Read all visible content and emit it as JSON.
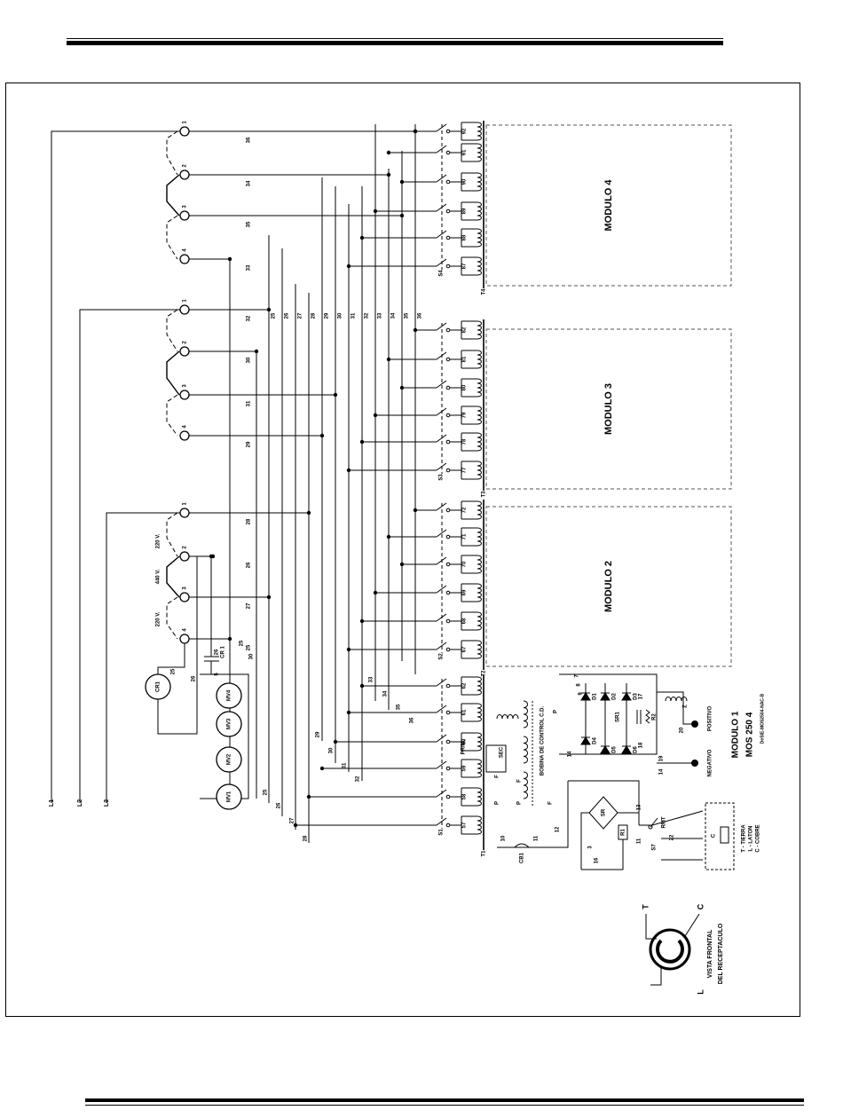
{
  "modules": [
    "MODULO 4",
    "MODULO 3",
    "MODULO 2"
  ],
  "title_block": {
    "module": "MODULO 1",
    "model": "MOS 250 4",
    "code": "DeSIE-MOS2504-NAC-B"
  },
  "lines": [
    "L1",
    "L2",
    "L3"
  ],
  "tap_numbers": [
    "1",
    "2",
    "3",
    "4"
  ],
  "voltages": {
    "v220a": "220 V.",
    "v440": "440 V.",
    "v220b": "220 V."
  },
  "fans": [
    "MV1",
    "MV2",
    "MV3",
    "MV4"
  ],
  "contactor": "CR1",
  "contactor_contact": "CR 1",
  "wire_numbers": {
    "module4_rows": [
      "36",
      "34",
      "35",
      "33"
    ],
    "module3_rows": [
      "32",
      "30",
      "31",
      "29"
    ],
    "module2_rows": [
      "28",
      "26",
      "27",
      "25"
    ],
    "vertical": [
      "25",
      "26",
      "27",
      "28",
      "29",
      "30",
      "31",
      "32",
      "33",
      "34",
      "35",
      "36"
    ],
    "cr": [
      "25",
      "26",
      "5",
      "26"
    ],
    "fan_feed": [
      "25",
      "30"
    ],
    "module1_left": [
      "33",
      "34",
      "35",
      "36",
      "29",
      "30",
      "31",
      "32",
      "25",
      "26",
      "27",
      "28"
    ]
  },
  "secondary_numbers": {
    "t4": [
      "92",
      "91",
      "90",
      "89",
      "88",
      "87"
    ],
    "t3": [
      "82",
      "81",
      "80",
      "79",
      "78",
      "77"
    ],
    "t2": [
      "72",
      "71",
      "70",
      "69",
      "68",
      "67"
    ],
    "t1": [
      "62",
      "61",
      "60",
      "59",
      "58",
      "57"
    ]
  },
  "switches": [
    "S4",
    "S3",
    "S2",
    "S1"
  ],
  "transformers": [
    "T4",
    "T3",
    "T2",
    "T1"
  ],
  "control": {
    "prim": "PRIM.",
    "sec": "SEC",
    "coil": "BOBINA DE CONTROL C.D.",
    "p": "P",
    "f": "F",
    "sr1": "SR1",
    "sr": "SR",
    "r1": "R1",
    "r2": "R2",
    "z": "Z",
    "d": [
      "D1",
      "D2",
      "D3",
      "D4",
      "D5",
      "D6"
    ],
    "cb": "CB1",
    "s7": "S7",
    "rmt": "RMT",
    "positivo": "POSITIVO",
    "negativo": "NEGATIVO",
    "nums": [
      "7",
      "8",
      "9",
      "14",
      "17",
      "18",
      "19",
      "20",
      "10",
      "11",
      "12",
      "13",
      "14",
      "15",
      "16",
      "22",
      "11",
      "3",
      "2",
      "1",
      "C"
    ],
    "receptacle_legend": [
      "T - TIERRA",
      "L - LATON",
      "C - COBRE"
    ]
  },
  "receptacle": {
    "caption1": "VISTA FRONTAL",
    "caption2": "DEL RECEPTACULO",
    "t": "T",
    "c": "C",
    "l": "L"
  }
}
